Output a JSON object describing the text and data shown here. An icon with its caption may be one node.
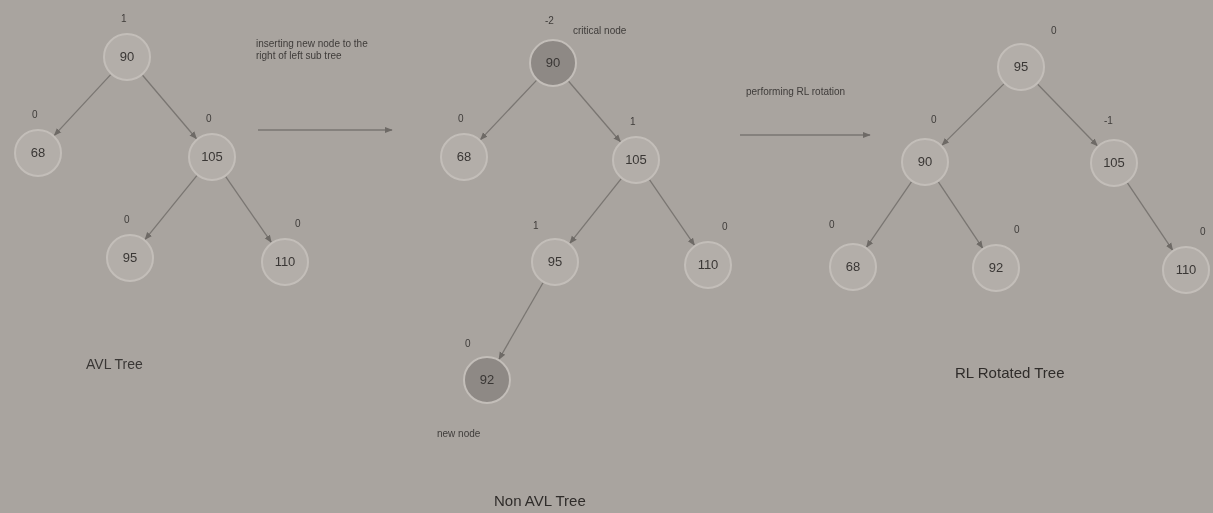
{
  "diagram": {
    "nodes": [
      {
        "text": [
          "90"
        ],
        "beside": [
          "1"
        ]
      },
      {
        "text": [
          "68"
        ],
        "beside": [
          "0"
        ]
      },
      {
        "text": [
          "105"
        ],
        "beside": [
          "0"
        ]
      },
      {
        "text": [
          "95"
        ],
        "beside": [
          "0"
        ]
      },
      {
        "text": [
          "110"
        ],
        "beside": [
          "0"
        ]
      },
      {
        "text": [
          "90"
        ],
        "beside": [
          "-2",
          "critical node"
        ]
      },
      {
        "text": [
          "68"
        ],
        "beside": [
          "0"
        ]
      },
      {
        "text": [
          "105"
        ],
        "beside": [
          "1"
        ]
      },
      {
        "text": [
          "95"
        ],
        "beside": [
          "1"
        ]
      },
      {
        "text": [
          "110"
        ],
        "beside": [
          "0"
        ]
      },
      {
        "text": [
          "92"
        ],
        "beside": [
          "0",
          "new node"
        ]
      },
      {
        "text": [
          "95"
        ],
        "beside": [
          "0"
        ]
      },
      {
        "text": [
          "90"
        ],
        "beside": [
          "0"
        ]
      },
      {
        "text": [
          "105"
        ],
        "beside": [
          "-1"
        ]
      },
      {
        "text": [
          "68"
        ],
        "beside": [
          "0"
        ]
      },
      {
        "text": [
          "92"
        ],
        "beside": [
          "0"
        ]
      },
      {
        "text": [
          "110"
        ],
        "beside": [
          "0"
        ]
      }
    ],
    "edges": [
      {
        "from": 0,
        "to": 1,
        "arrow": "to"
      },
      {
        "from": 0,
        "to": 2,
        "arrow": "to"
      },
      {
        "from": 2,
        "to": 3,
        "arrow": "to"
      },
      {
        "from": 2,
        "to": 4,
        "arrow": "to"
      },
      {
        "from": 5,
        "to": 6,
        "arrow": "to"
      },
      {
        "from": 5,
        "to": 7,
        "arrow": "to"
      },
      {
        "from": 7,
        "to": 8,
        "arrow": "to"
      },
      {
        "from": 7,
        "to": 9,
        "arrow": "to"
      },
      {
        "from": 8,
        "to": 10,
        "arrow": "to"
      },
      {
        "from": 11,
        "to": 12,
        "arrow": "to"
      },
      {
        "from": 11,
        "to": 13,
        "arrow": "to"
      },
      {
        "from": 12,
        "to": 14,
        "arrow": "to"
      },
      {
        "from": 12,
        "to": 15,
        "arrow": "to"
      },
      {
        "from": 13,
        "to": 16,
        "arrow": "to"
      }
    ],
    "labels": [
      "inserting new node to the right of left sub tree",
      "performing RL rotation",
      "AVL Tree",
      "Non AVL Tree",
      "RL Rotated Tree"
    ]
  }
}
